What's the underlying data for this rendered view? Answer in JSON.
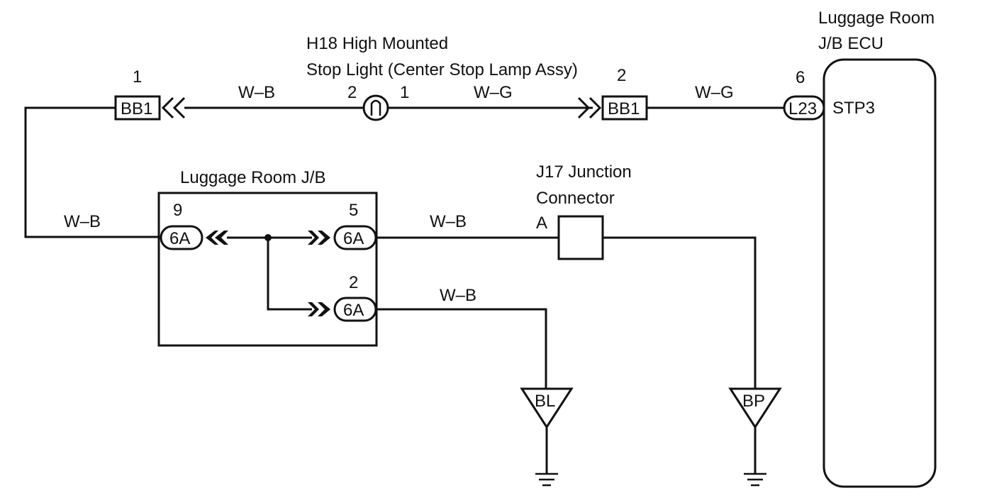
{
  "ecu": {
    "title_line1": "Luggage Room",
    "title_line2": "J/B ECU",
    "terminal": "STP3",
    "connector": "L23",
    "pin": "6"
  },
  "stop_light": {
    "title_line1": "H18 High Mounted",
    "title_line2": "Stop Light (Center Stop Lamp Assy)",
    "pin_left": "2",
    "pin_right": "1"
  },
  "connector_bb1_left": {
    "name": "BB1",
    "pin": "1"
  },
  "connector_bb1_right": {
    "name": "BB1",
    "pin": "2"
  },
  "junction_block": {
    "title": "Luggage Room J/B",
    "conn_left": {
      "name": "6A",
      "pin": "9"
    },
    "conn_right_top": {
      "name": "6A",
      "pin": "5"
    },
    "conn_right_bottom": {
      "name": "6A",
      "pin": "2"
    }
  },
  "junction_connector": {
    "title_line1": "J17 Junction",
    "title_line2": "Connector",
    "pin": "A"
  },
  "wires": {
    "top_left": "W–B",
    "top_middle": "W–G",
    "top_right": "W–G",
    "left_vertical": "W–B",
    "jb_to_j17": "W–B",
    "jb_to_bl": "W–B"
  },
  "grounds": {
    "bl": "BL",
    "bp": "BP"
  }
}
